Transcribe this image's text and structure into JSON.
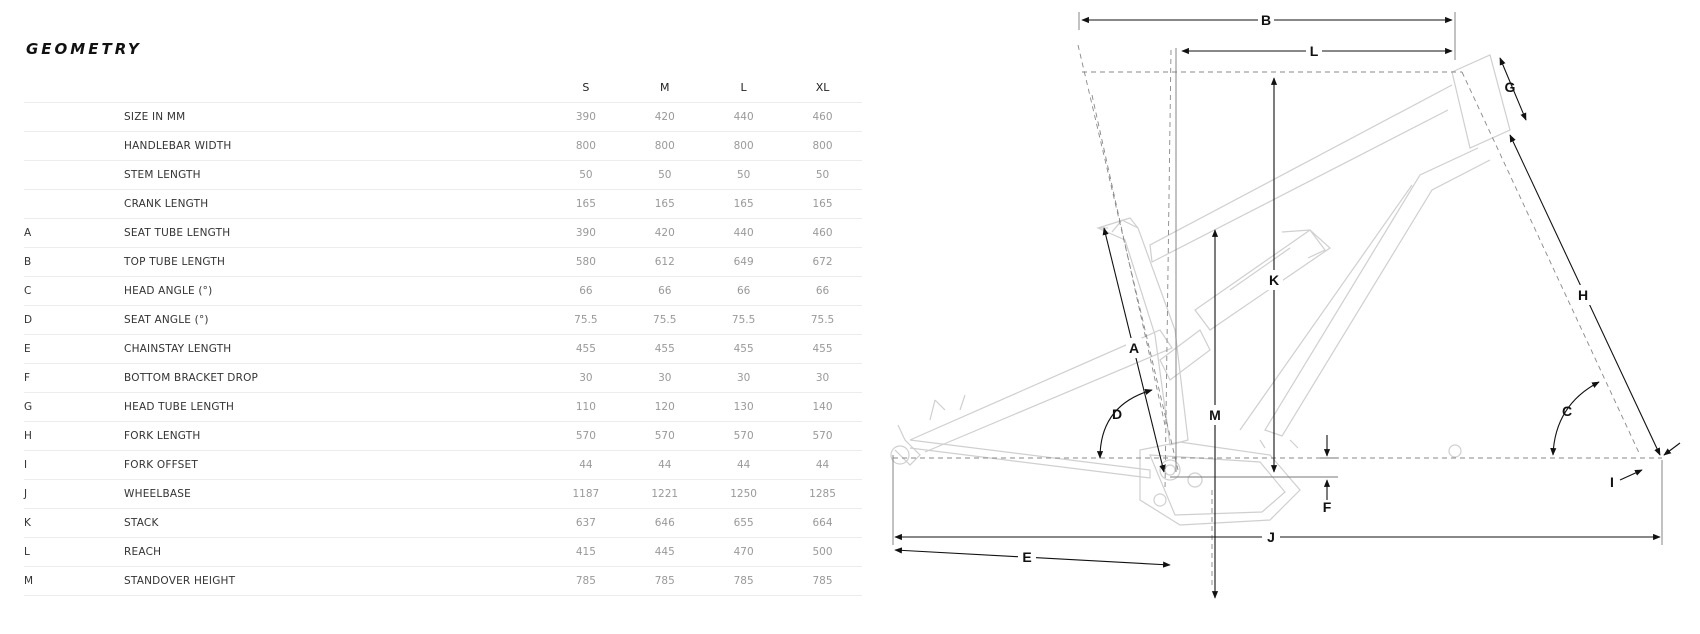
{
  "title": "GEOMETRY",
  "sizes": [
    "S",
    "M",
    "L",
    "XL"
  ],
  "rows": [
    {
      "letter": "",
      "name": "SIZE IN MM",
      "values": [
        "390",
        "420",
        "440",
        "460"
      ]
    },
    {
      "letter": "",
      "name": "HANDLEBAR WIDTH",
      "values": [
        "800",
        "800",
        "800",
        "800"
      ]
    },
    {
      "letter": "",
      "name": "STEM LENGTH",
      "values": [
        "50",
        "50",
        "50",
        "50"
      ]
    },
    {
      "letter": "",
      "name": "CRANK LENGTH",
      "values": [
        "165",
        "165",
        "165",
        "165"
      ]
    },
    {
      "letter": "A",
      "name": "SEAT TUBE LENGTH",
      "values": [
        "390",
        "420",
        "440",
        "460"
      ]
    },
    {
      "letter": "B",
      "name": "TOP TUBE LENGTH",
      "values": [
        "580",
        "612",
        "649",
        "672"
      ]
    },
    {
      "letter": "C",
      "name": "HEAD ANGLE (°)",
      "values": [
        "66",
        "66",
        "66",
        "66"
      ]
    },
    {
      "letter": "D",
      "name": "SEAT ANGLE (°)",
      "values": [
        "75.5",
        "75.5",
        "75.5",
        "75.5"
      ]
    },
    {
      "letter": "E",
      "name": "CHAINSTAY LENGTH",
      "values": [
        "455",
        "455",
        "455",
        "455"
      ]
    },
    {
      "letter": "F",
      "name": "BOTTOM BRACKET DROP",
      "values": [
        "30",
        "30",
        "30",
        "30"
      ]
    },
    {
      "letter": "G",
      "name": "HEAD TUBE LENGTH",
      "values": [
        "110",
        "120",
        "130",
        "140"
      ]
    },
    {
      "letter": "H",
      "name": "FORK LENGTH",
      "values": [
        "570",
        "570",
        "570",
        "570"
      ]
    },
    {
      "letter": "I",
      "name": "FORK OFFSET",
      "values": [
        "44",
        "44",
        "44",
        "44"
      ]
    },
    {
      "letter": "J",
      "name": "WHEELBASE",
      "values": [
        "1187",
        "1221",
        "1250",
        "1285"
      ]
    },
    {
      "letter": "K",
      "name": "STACK",
      "values": [
        "637",
        "646",
        "655",
        "664"
      ]
    },
    {
      "letter": "L",
      "name": "REACH",
      "values": [
        "415",
        "445",
        "470",
        "500"
      ]
    },
    {
      "letter": "M",
      "name": "STANDOVER HEIGHT",
      "values": [
        "785",
        "785",
        "785",
        "785"
      ]
    }
  ],
  "diagram_labels": {
    "A": "A",
    "B": "B",
    "C": "C",
    "D": "D",
    "E": "E",
    "F": "F",
    "G": "G",
    "H": "H",
    "I": "I",
    "J": "J",
    "K": "K",
    "L": "L",
    "M": "M"
  }
}
